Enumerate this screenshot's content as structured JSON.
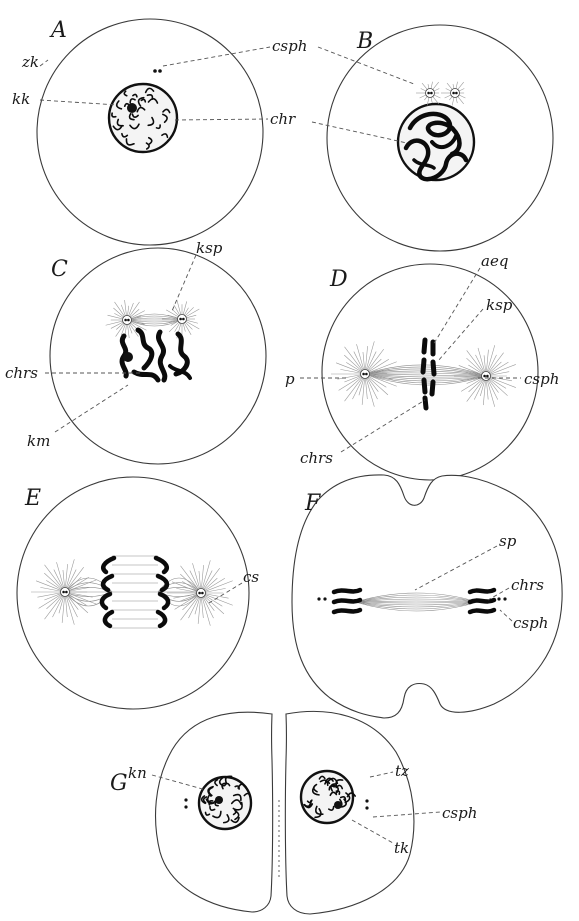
{
  "panels": {
    "A": "A",
    "B": "B",
    "C": "C",
    "D": "D",
    "E": "E",
    "F": "F",
    "G": "G"
  },
  "labels": {
    "zk": "zk",
    "kk": "kk",
    "csph_a": "csph",
    "chr": "chr",
    "ksp_c": "ksp",
    "chrs_c": "chrs",
    "km": "km",
    "aeq": "aeq",
    "ksp_d": "ksp",
    "p": "p",
    "csph_d": "csph",
    "chrs_d": "chrs",
    "cs": "cs",
    "sp": "sp",
    "chrs_f": "chrs",
    "csph_f": "csph",
    "kn": "kn",
    "tz": "tz",
    "csph_g": "csph",
    "tk": "tk"
  }
}
